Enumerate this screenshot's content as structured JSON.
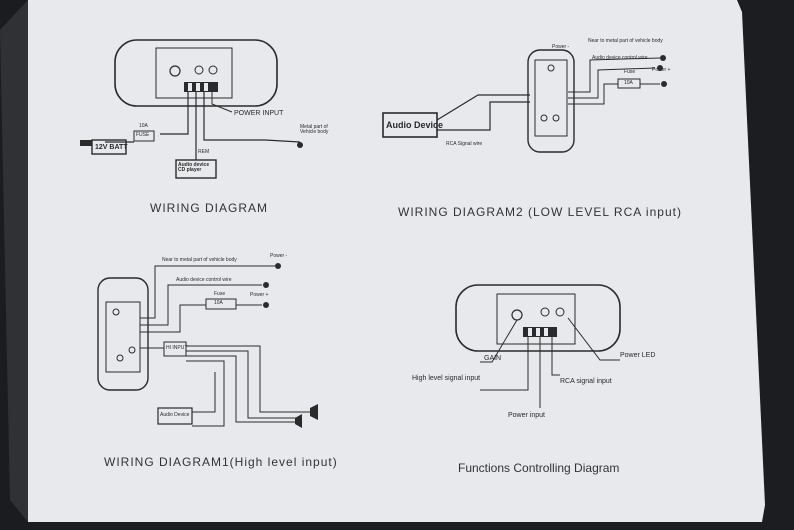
{
  "colors": {
    "paper": "#e8e9ec",
    "background": "#1b1d20",
    "ink": "#2b2b2b"
  },
  "diagram_main": {
    "caption": "WIRING DIAGRAM",
    "power_input": "POWER INPUT",
    "fuse_amp": "10A",
    "fuse": "FUSE",
    "battery": "12V BATT",
    "rem": "REM",
    "audio_device": "Audio device CD player",
    "metal_part": "Metal part of Vehicle body"
  },
  "diagram2": {
    "caption": "WIRING DIAGRAM2 (LOW LEVEL RCA input)",
    "power_minus": "Power -",
    "near_metal": "Near to metal part of vehicle body",
    "audio_control": "Audio device control wire",
    "fuse": "Fuse",
    "fuse_amp": "10A",
    "power_plus": "Power +",
    "audio_device": "Audio Device",
    "rca_signal": "RCA Signal wire"
  },
  "diagram1": {
    "caption": "WIRING DIAGRAM1(High level input)",
    "near_metal": "Near to metal part of vehicle body",
    "power_minus": "Power -",
    "audio_control": "Audio device control wire",
    "fuse": "Fuse",
    "fuse_amp": "10A",
    "power_plus": "Power +",
    "hi_input": "HI INPUT",
    "audio_device": "Audio Device"
  },
  "functions": {
    "caption": "Functions Controlling Diagram",
    "gain": "GAIN",
    "power_led": "Power LED",
    "high_level": "High level signal input",
    "rca_signal": "RCA signal input",
    "power_input": "Power input"
  }
}
